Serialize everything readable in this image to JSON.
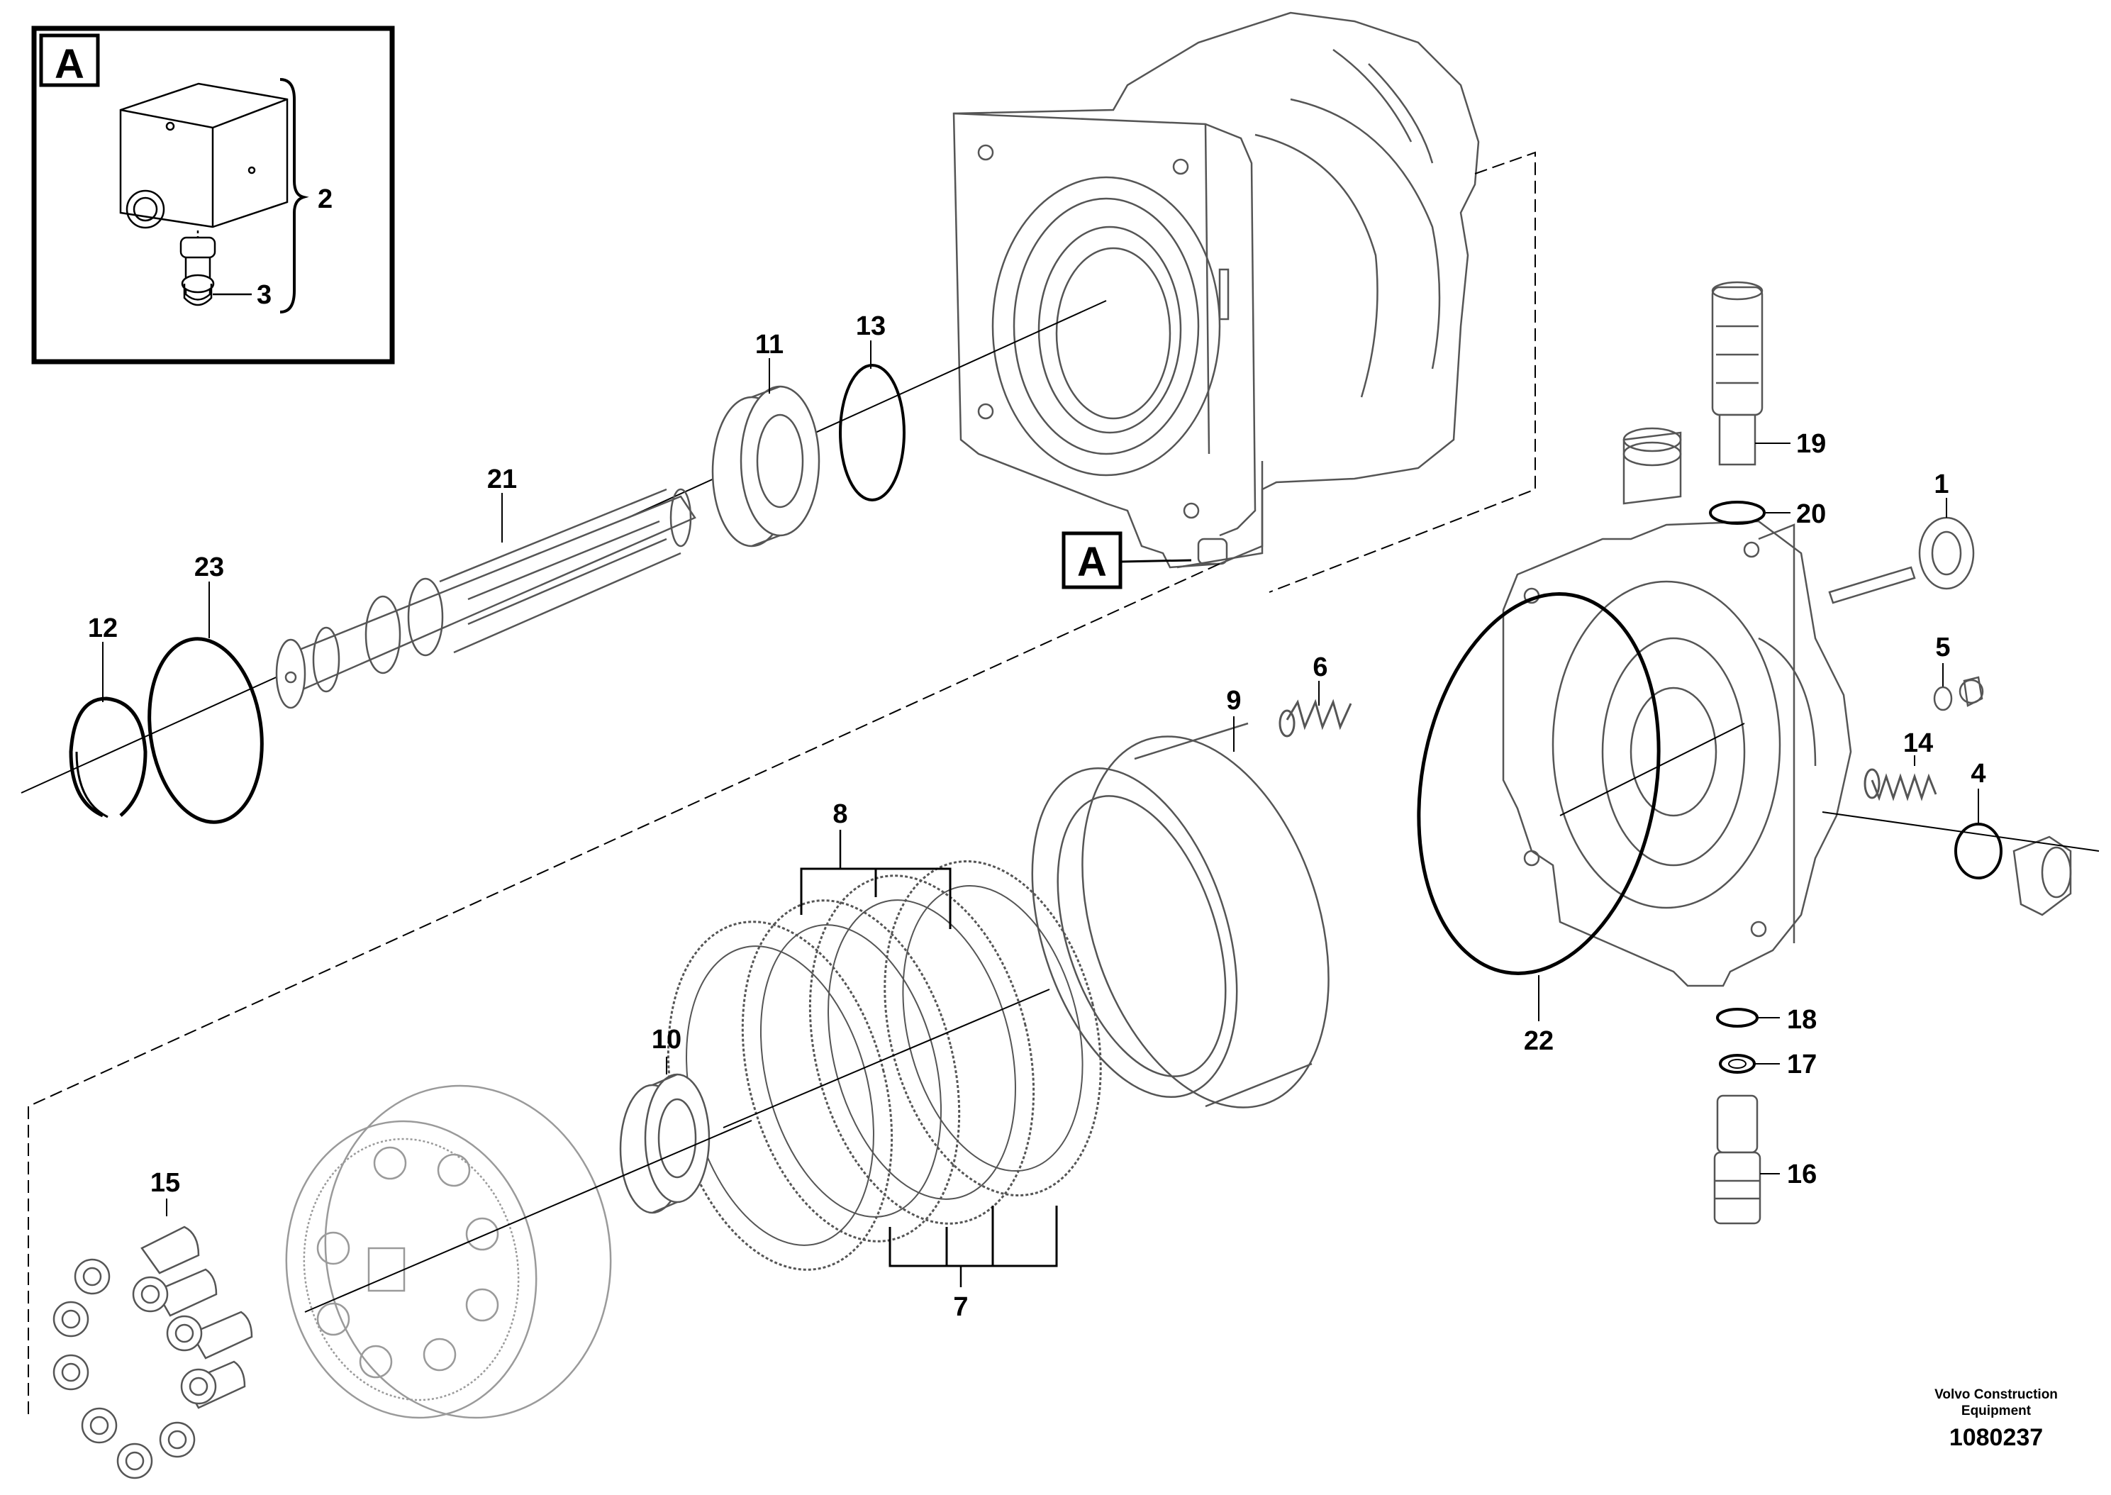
{
  "callouts": {
    "n1": "1",
    "n2": "2",
    "n3": "3",
    "n4": "4",
    "n5": "5",
    "n6": "6",
    "n7": "7",
    "n8": "8",
    "n9": "9",
    "n10": "10",
    "n11": "11",
    "n12": "12",
    "n13": "13",
    "n14": "14",
    "n15": "15",
    "n16": "16",
    "n17": "17",
    "n18": "18",
    "n19": "19",
    "n20": "20",
    "n21": "21",
    "n22": "22",
    "n23": "23"
  },
  "detail_tag": "A",
  "footer": {
    "company_line1": "Volvo Construction",
    "company_line2": "Equipment",
    "reference_number": "1080237"
  }
}
